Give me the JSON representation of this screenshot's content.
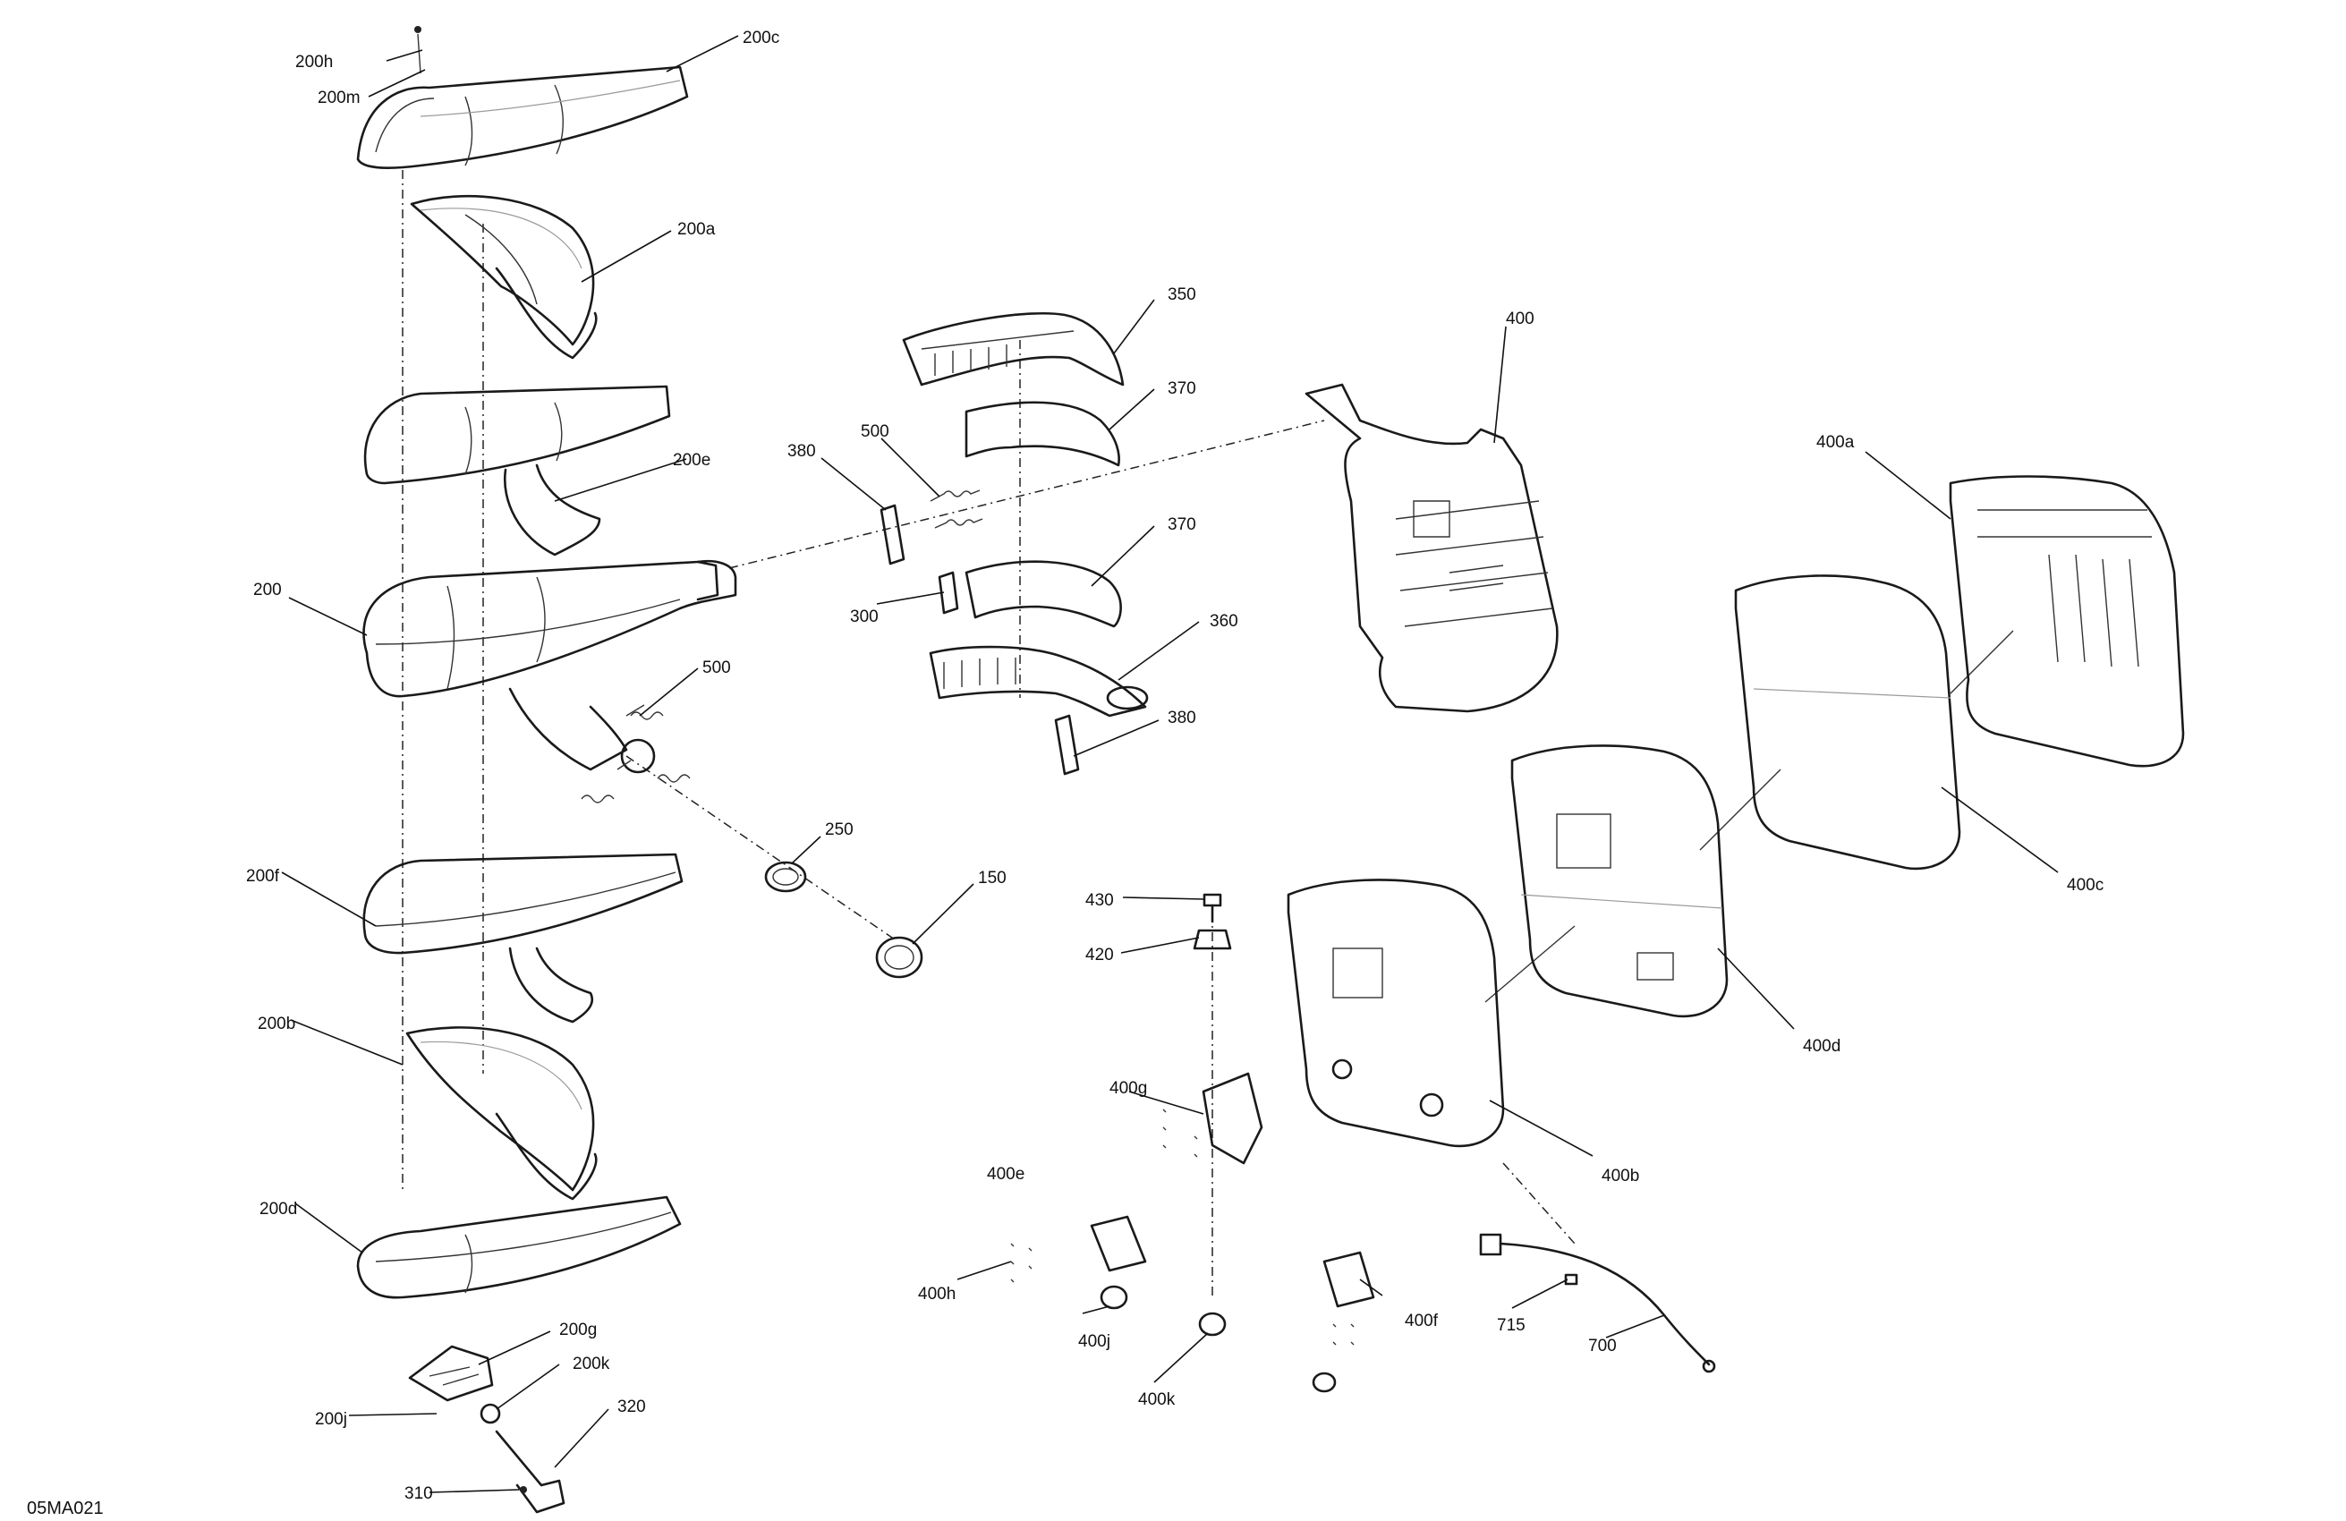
{
  "drawing_code": "05MA021",
  "labels": {
    "p200h": "200h",
    "p200m": "200m",
    "p200c": "200c",
    "p200a": "200a",
    "p200e": "200e",
    "p200": "200",
    "p200f": "200f",
    "p200b": "200b",
    "p200d": "200d",
    "p200g": "200g",
    "p200k": "200k",
    "p200j": "200j",
    "p320": "320",
    "p310": "310",
    "p350": "350",
    "p370a": "370",
    "p370b": "370",
    "p360": "360",
    "p380a": "380",
    "p380b": "380",
    "p500a": "500",
    "p500b": "500",
    "p300": "300",
    "p250": "250",
    "p150": "150",
    "p400": "400",
    "p400a": "400a",
    "p400c": "400c",
    "p400d": "400d",
    "p400b": "400b",
    "p430": "430",
    "p420": "420",
    "p400g": "400g",
    "p400e": "400e",
    "p400h": "400h",
    "p400j": "400j",
    "p400k": "400k",
    "p400f": "400f",
    "p715": "715",
    "p700": "700"
  }
}
